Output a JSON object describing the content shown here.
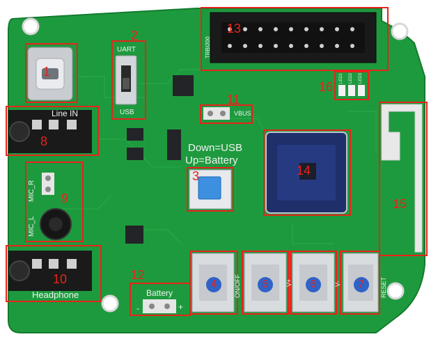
{
  "image": {
    "subject": "green-printed-circuit-board",
    "colors": {
      "board": "#1e9a3e",
      "board_dark": "#157a30",
      "silkscreen": "#f2f2f2",
      "callout": "#e8231a",
      "chip": "#222428",
      "metal": "#c9ccd1",
      "button_cap": "#3d8fe0",
      "button_dot": "#2f63c8",
      "header_black": "#1a1a1a"
    }
  },
  "silkscreen": {
    "uart": "UART",
    "usb": "USB",
    "line_in": "Line IN",
    "vbus": "VBUS",
    "down_usb": "Down=USB",
    "up_battery": "Up=Battery",
    "mic_r": "MIC_R",
    "mic_l": "MIC_L",
    "headphone": "Headphone",
    "battery": "Battery",
    "battery_minus": "-",
    "battery_plus": "+",
    "on_off": "ON/OFF",
    "v_plus": "V+",
    "v_minus": "V-",
    "reset": "RESET",
    "header_name": "TRBI200",
    "led_labels": [
      "LED1",
      "LED2",
      "LED3"
    ]
  },
  "callouts": {
    "c1": "1",
    "c2": "2",
    "c3": "3",
    "c4": "4",
    "c5": "5",
    "c6": "6",
    "c7": "7",
    "c8": "8",
    "c9": "9",
    "c10": "10",
    "c11": "11",
    "c12": "12",
    "c13": "13",
    "c14": "14",
    "c15": "15",
    "c16": "16"
  }
}
